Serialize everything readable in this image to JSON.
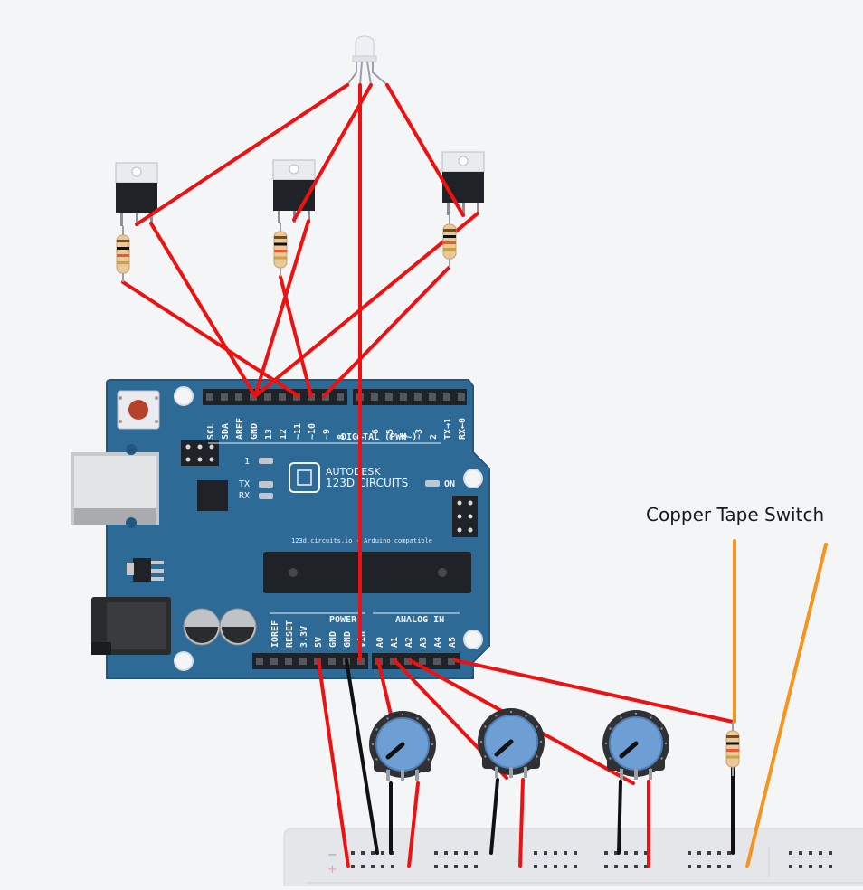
{
  "annotation": "Copper Tape Switch",
  "board": {
    "brand_top": "AUTODESK",
    "brand_bottom": "123D CIRCUITS",
    "url": "123d.circuits.io - Arduino compatible",
    "digital_header": "DIGITAL (PWM~)",
    "power_header": "POWER",
    "analog_header": "ANALOG IN",
    "led_on": "ON",
    "led_tx": "TX",
    "led_rx": "RX",
    "led_l": "1",
    "digital_pins_left": [
      "SCL",
      "SDA",
      "AREF",
      "GND",
      "13",
      "12",
      "~11",
      "~10",
      "~9",
      "8"
    ],
    "digital_pins_right": [
      "7",
      "~6",
      "~5",
      "4",
      "~3",
      "2",
      "TX→1",
      "RX←0"
    ],
    "power_pins": [
      "IOREF",
      "RESET",
      "3.3V",
      "5V",
      "GND",
      "GND",
      "Vin"
    ],
    "analog_pins": [
      "A0",
      "A1",
      "A2",
      "A3",
      "A4",
      "A5"
    ]
  },
  "breadboard": {
    "minus": "−",
    "plus": "+"
  },
  "colors": {
    "wire_red": "#ee1111",
    "wire_black": "#111111",
    "wire_orange": "#f7941d",
    "board": "#2e6a96",
    "board_edge": "#23567d",
    "pot": "#6d9fd4"
  }
}
